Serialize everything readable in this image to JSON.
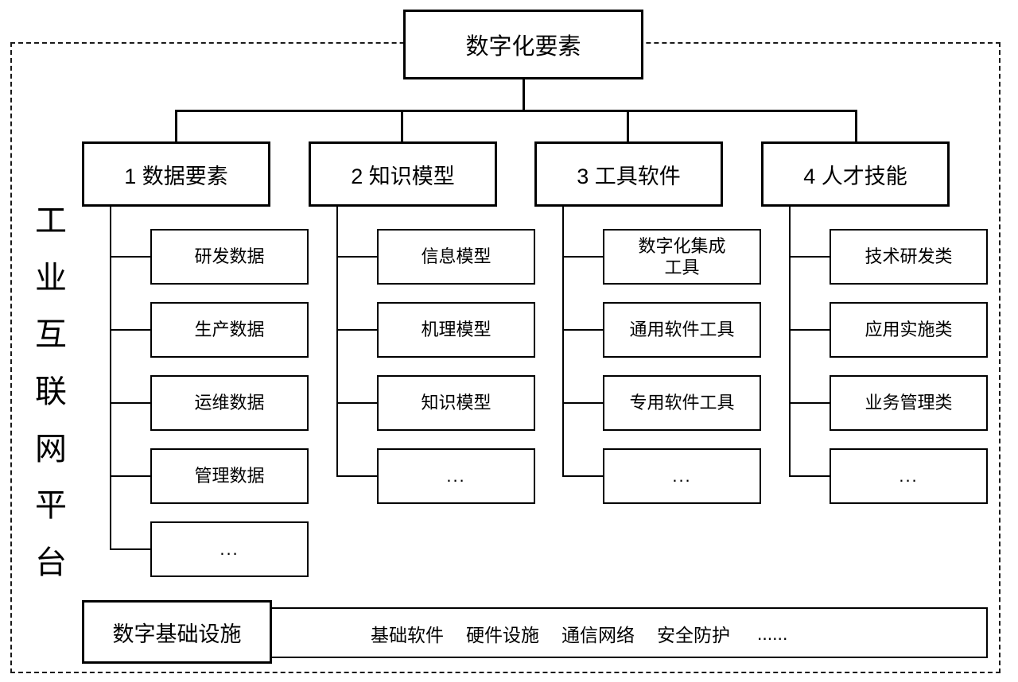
{
  "diagram": {
    "root": {
      "label": "数字化要素"
    },
    "platform_label": "工业互联网平台",
    "platform_label_chars": [
      "工",
      "业",
      "互",
      "联",
      "网",
      "平",
      "台"
    ],
    "categories": [
      {
        "id": "data-elements",
        "label": "1 数据要素",
        "children": [
          "研发数据",
          "生产数据",
          "运维数据",
          "管理数据",
          "..."
        ]
      },
      {
        "id": "knowledge-models",
        "label": "2 知识模型",
        "children": [
          "信息模型",
          "机理模型",
          "知识模型",
          "..."
        ]
      },
      {
        "id": "tool-software",
        "label": "3 工具软件",
        "children": [
          "数字化集成\n工具",
          "通用软件工具",
          "专用软件工具",
          "..."
        ]
      },
      {
        "id": "talent-skills",
        "label": "4 人才技能",
        "children": [
          "技术研发类",
          "应用实施类",
          "业务管理类",
          "..."
        ]
      }
    ],
    "infrastructure": {
      "label": "数字基础设施",
      "items": [
        "基础软件",
        "硬件设施",
        "通信网络",
        "安全防护",
        "......"
      ]
    },
    "colors": {
      "stroke": "#000000",
      "frame_stroke": "#1a1a1a",
      "background": "#ffffff"
    }
  }
}
